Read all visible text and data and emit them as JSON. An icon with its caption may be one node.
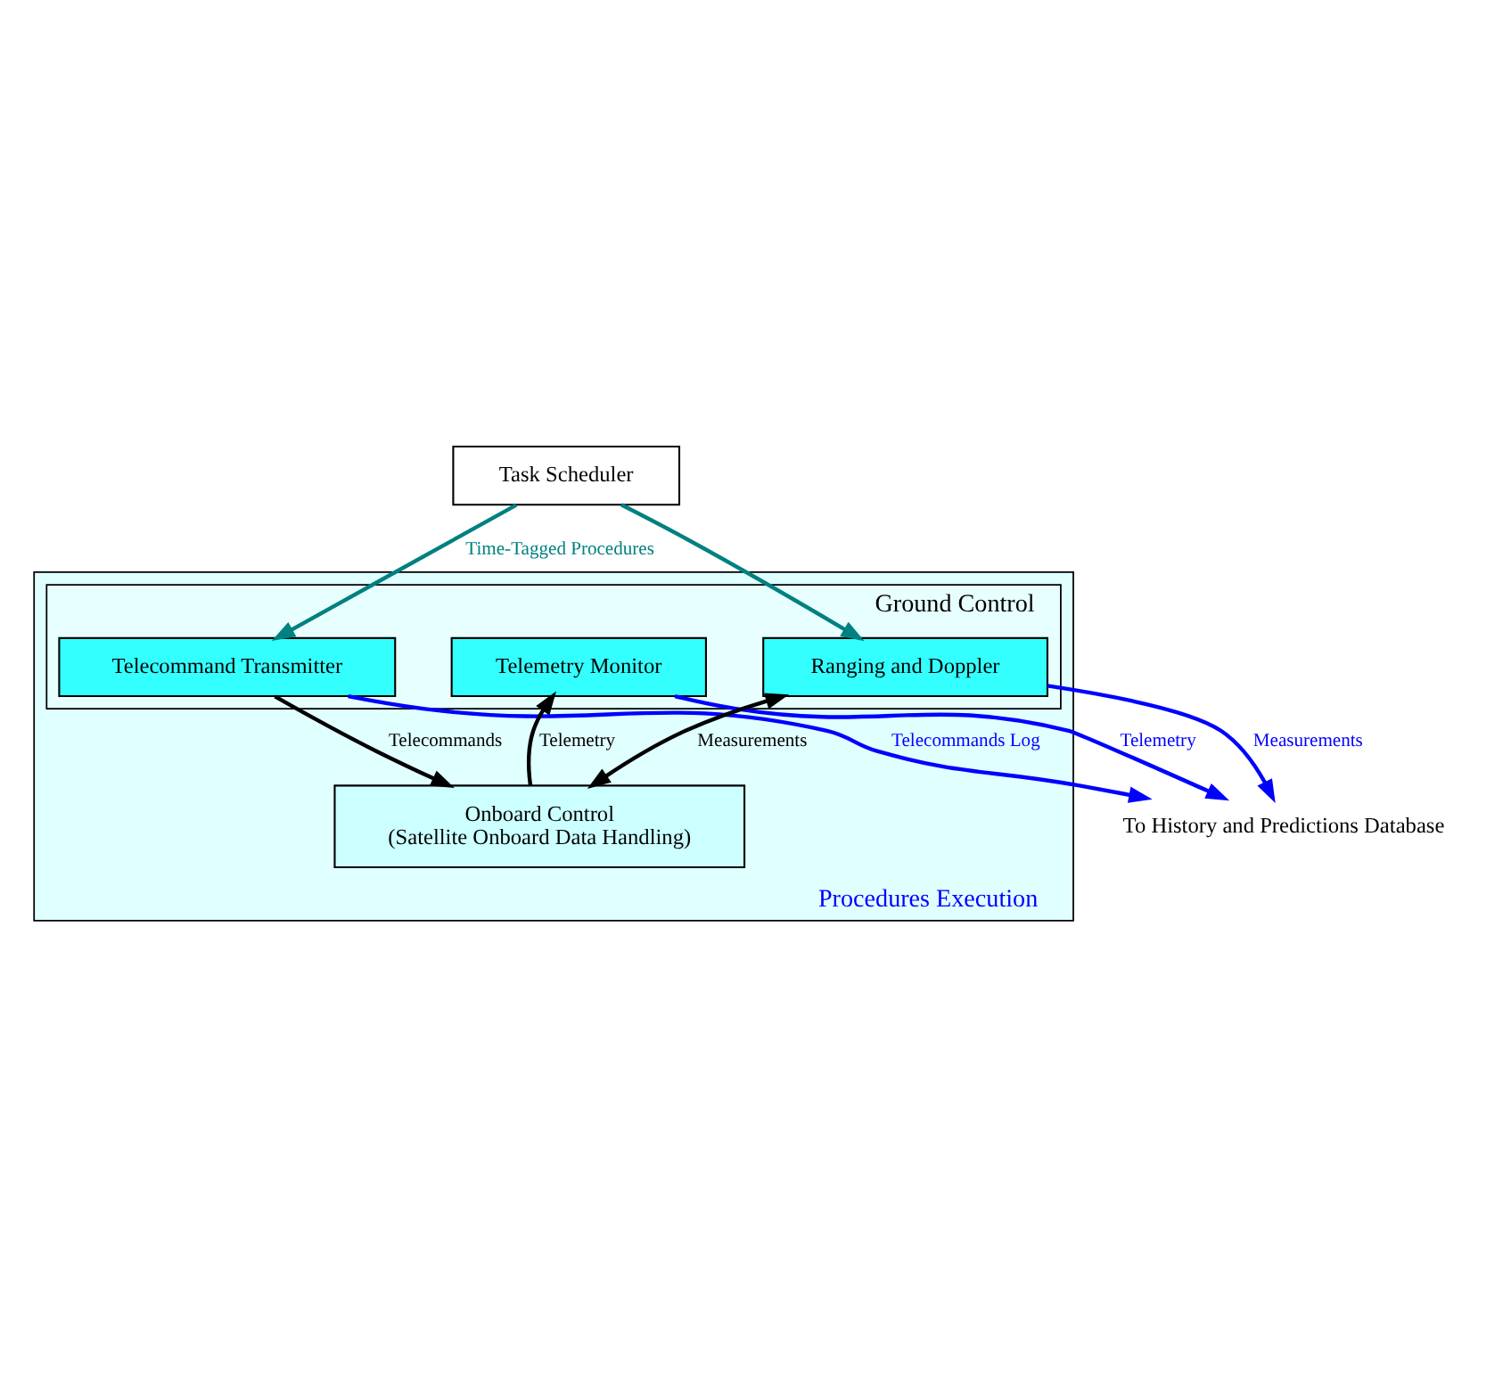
{
  "diagram": {
    "nodes": [
      {
        "text": [
          "Task Scheduler"
        ]
      },
      {
        "text": [
          "Procedures Execution"
        ]
      },
      {
        "text": [
          "Ground Control"
        ],
        "in": 1
      },
      {
        "text": [
          "Telemetry Monitor"
        ],
        "in": 2
      },
      {
        "text": [
          "Telecommand Transmitter"
        ],
        "in": 2
      },
      {
        "text": [
          "Ranging and Doppler"
        ],
        "in": 2
      },
      {
        "text": [
          "Onboard Control",
          "(Satellite Onboard Data Handling)"
        ],
        "in": 1
      },
      {
        "text": [
          "To History and Predictions Database"
        ]
      }
    ],
    "edges": [
      {
        "from": 0,
        "to": 4,
        "arrow": "to",
        "label": "Time-Tagged Procedures",
        "color": "#008080"
      },
      {
        "from": 0,
        "to": 5,
        "arrow": "to",
        "color": "#008080"
      },
      {
        "from": 3,
        "to": 7,
        "arrow": "to",
        "label": "Telemetry",
        "color": "#0000ff"
      },
      {
        "from": 4,
        "to": 7,
        "arrow": "to",
        "label": "Telecommands Log",
        "color": "#0000ff"
      },
      {
        "from": 5,
        "to": 7,
        "arrow": "to",
        "label": "Measurements",
        "color": "#0000ff"
      },
      {
        "from": 6,
        "to": 3,
        "arrow": "to",
        "label": "Telemetry",
        "color": "#000000"
      },
      {
        "from": 4,
        "to": 6,
        "arrow": "to",
        "label": "Telecommands",
        "color": "#000000"
      },
      {
        "from": 5,
        "to": 6,
        "arrow": "both",
        "label": "Measurements",
        "color": "#000000"
      }
    ]
  }
}
